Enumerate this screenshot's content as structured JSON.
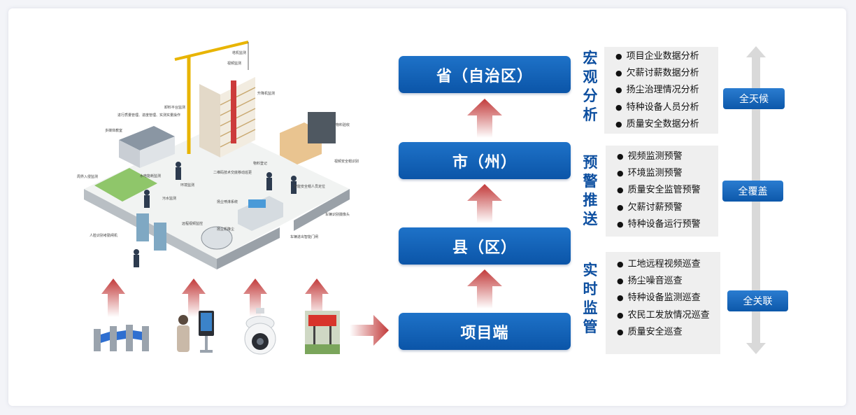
{
  "colors": {
    "level_blue": "#0b5bb0",
    "label_blue": "#0d4fa0",
    "arrow_red": "#c23a3a",
    "panel_bg": "#efefef"
  },
  "illustration": {
    "labels": [
      "塔机监测",
      "视频监测",
      "升降机监测",
      "卸料平台监测",
      "进行质量管理、进度管理、实测实量操作",
      "多媒体教室",
      "二维码技术交底移动巡更",
      "物料验收",
      "视频安全帽识别",
      "物料登记",
      "智能安全帽人员定位",
      "水电能耗监测",
      "环境监测",
      "污水监测",
      "车辆识别摄像头",
      "扬尘喷淋系统",
      "周界入侵监测",
      "远程视频监控",
      "扬尘机降尘",
      "人脸识别考勤闸机",
      "车辆进出智能门闸"
    ]
  },
  "devices": [
    {
      "name": "turnstile-gates",
      "icon": "turnstile-icon"
    },
    {
      "name": "face-terminal",
      "icon": "face-recognition-icon"
    },
    {
      "name": "dome-camera",
      "icon": "camera-icon"
    },
    {
      "name": "site-board",
      "icon": "led-board-icon"
    }
  ],
  "levels": [
    "省（自治区）",
    "市（州）",
    "县（区）",
    "项目端"
  ],
  "functions": [
    {
      "label": "宏观分析",
      "items": [
        "项目企业数据分析",
        "欠薪讨薪数据分析",
        "扬尘治理情况分析",
        "特种设备人员分析",
        "质量安全数据分析"
      ]
    },
    {
      "label": "预警推送",
      "items": [
        "视频监测预警",
        "环境监测预警",
        "质量安全监管预警",
        "欠薪讨薪预警",
        "特种设备运行预警"
      ]
    },
    {
      "label": "实时监管",
      "items": [
        "工地远程视频巡查",
        "扬尘噪音巡查",
        "特种设备监测巡查",
        "农民工发放情况巡查",
        "质量安全巡查"
      ]
    }
  ],
  "tags": [
    "全天候",
    "全覆盖",
    "全关联"
  ]
}
